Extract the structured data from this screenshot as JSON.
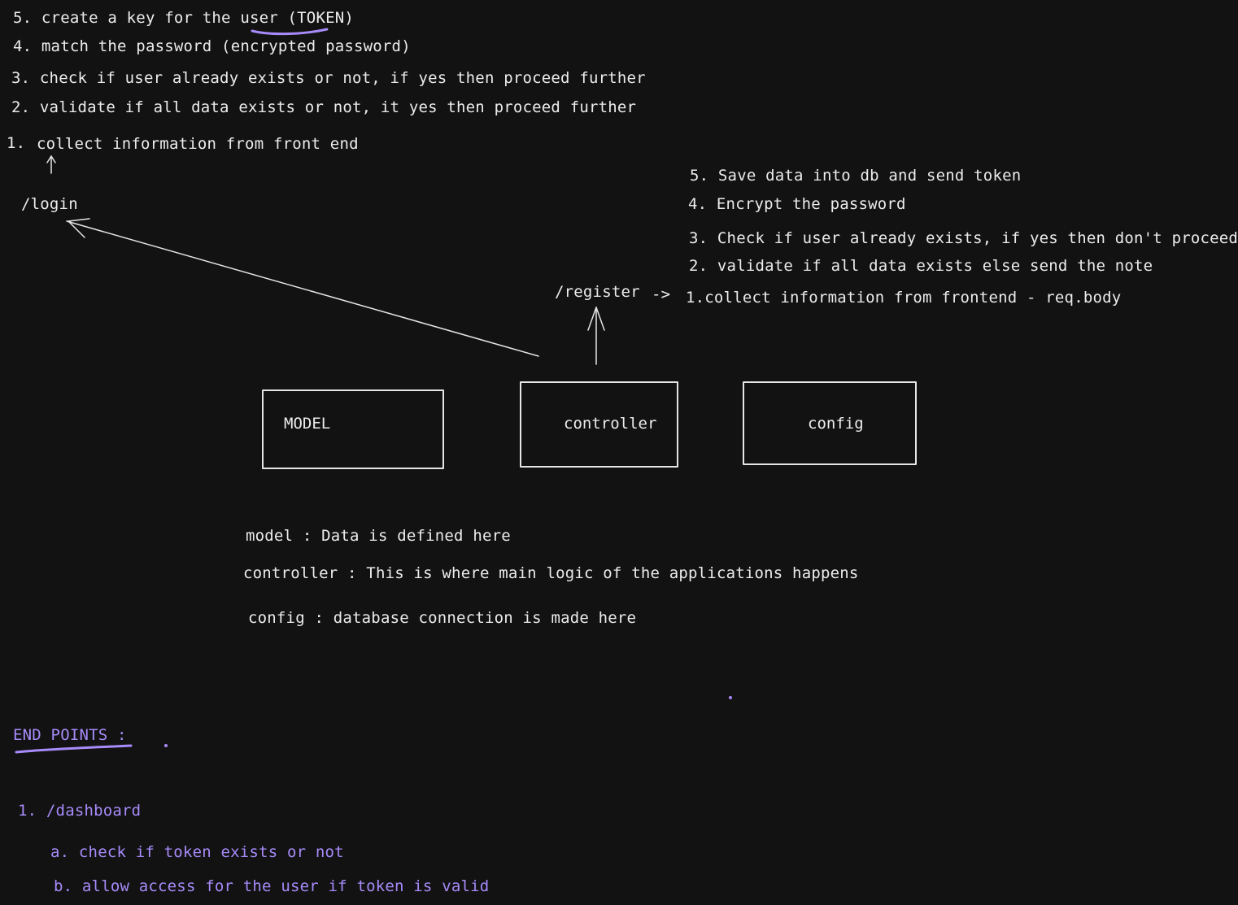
{
  "login_steps": {
    "step5": "5. create a key for the user (TOKEN)",
    "step4": "4. match the password (encrypted password)",
    "step3": "3. check if user already exists or not, if yes then proceed further",
    "step2": "2. validate if all data exists or not, it yes then proceed further",
    "step1_num": "1.",
    "step1_text": "collect information from front end",
    "route": "/login"
  },
  "register_steps": {
    "step5": "5. Save  data into db and send token",
    "step4": "4.   Encrypt the password",
    "step3": "3. Check if user already exists, if yes then don't proceed",
    "step2": "2. validate if all data exists else send the note",
    "step1": "1.collect information from frontend - req.body",
    "route": "/register",
    "arrow": "->"
  },
  "boxes": {
    "model": "MODEL",
    "controller": "controller",
    "config": "config"
  },
  "descriptions": {
    "model": "model : Data is defined here",
    "controller": "controller : This is where main logic of the applications happens",
    "config": "config : database connection is made here"
  },
  "endpoints": {
    "heading": "END POINTS :",
    "item1": "1. /dashboard",
    "item1a": "a. check if token exists or not",
    "item1b": "b. allow access for the user if token is valid"
  },
  "colors": {
    "background": "#121212",
    "text": "#ececec",
    "accent": "#a78bfa"
  }
}
